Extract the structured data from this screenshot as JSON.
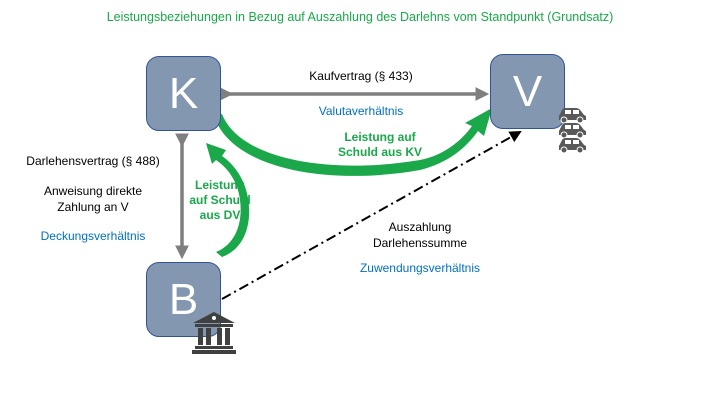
{
  "title": "Leistungsbeziehungen in Bezug auf Auszahlung des Darlehns vom Standpunkt (Grundsatz)",
  "nodes": {
    "k": {
      "label": "K"
    },
    "v": {
      "label": "V"
    },
    "b": {
      "label": "B"
    }
  },
  "relations": {
    "kaufvertrag": "Kaufvertrag (§ 433)",
    "valuta": "Valutaverhältnis",
    "leistung_kv_1": "Leistung auf",
    "leistung_kv_2": "Schuld aus KV",
    "darlehensvertrag": "Darlehensvertrag (§ 488)",
    "anweisung_1": "Anweisung direkte",
    "anweisung_2": "Zahlung an V",
    "deckung": "Deckungsverhältnis",
    "leistung_dv_1": "Leistung",
    "leistung_dv_2": "auf Schuld",
    "leistung_dv_3": "aus DV",
    "auszahlung_1": "Auszahlung",
    "auszahlung_2": "Darlehenssumme",
    "zuwendung": "Zuwendungsverhältnis"
  },
  "icons": {
    "v_icon": "cars-icon",
    "b_icon": "bank-icon"
  },
  "colors": {
    "node_fill": "#8497b0",
    "node_border": "#2f5597",
    "green": "#1aa84a",
    "blue": "#0070c0",
    "gray_arrow": "#7f7f7f"
  }
}
